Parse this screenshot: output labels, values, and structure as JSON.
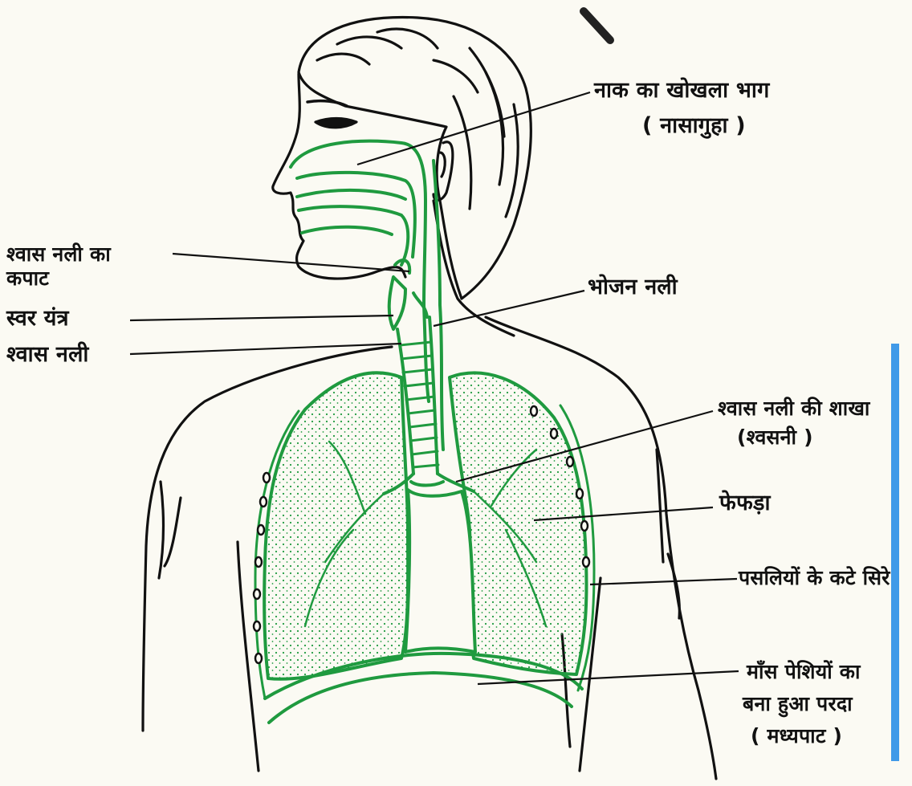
{
  "diagram": {
    "labels": {
      "nasal_cavity_line1": "नाक का खोखला भाग",
      "nasal_cavity_line2": "( नासागुहा )",
      "epiglottis_line1": "श्वास नली का",
      "epiglottis_line2": "कपाट",
      "larynx": "स्वर यंत्र",
      "trachea": "श्वास नली",
      "esophagus": "भोजन नली",
      "bronchus_line1": "श्वास नली की शाखा",
      "bronchus_line2": "(श्वसनी )",
      "lung": "फेफड़ा",
      "ribs": "पसलियों के कटे सिरे",
      "diaphragm_line1": "माँस पेशियों का",
      "diaphragm_line2": "बना हुआ परदा",
      "diaphragm_line3": "( मध्यपाट )"
    },
    "colors": {
      "outline": "#111111",
      "organ": "#1f9a3f",
      "paper": "#fbfaf3"
    }
  }
}
